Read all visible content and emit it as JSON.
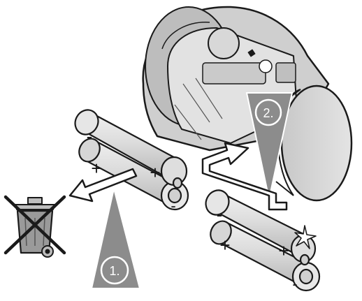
{
  "diagram": {
    "steps": [
      {
        "label": "1."
      },
      {
        "label": "2."
      }
    ],
    "battery_signs": {
      "minus": "-",
      "plus": "+"
    },
    "icons": {
      "disposal": "crossed-out-wheelie-bin-icon",
      "spark": "new-battery-spark-icon",
      "device": "radiator-thermostat-housing"
    },
    "colors": {
      "outline": "#1a1a1a",
      "battery_fill": "#d9d9d9",
      "device_fill": "#d2d2d2",
      "device_shadow": "#a8a8a8",
      "marker_fill": "#8c8c8c"
    }
  }
}
